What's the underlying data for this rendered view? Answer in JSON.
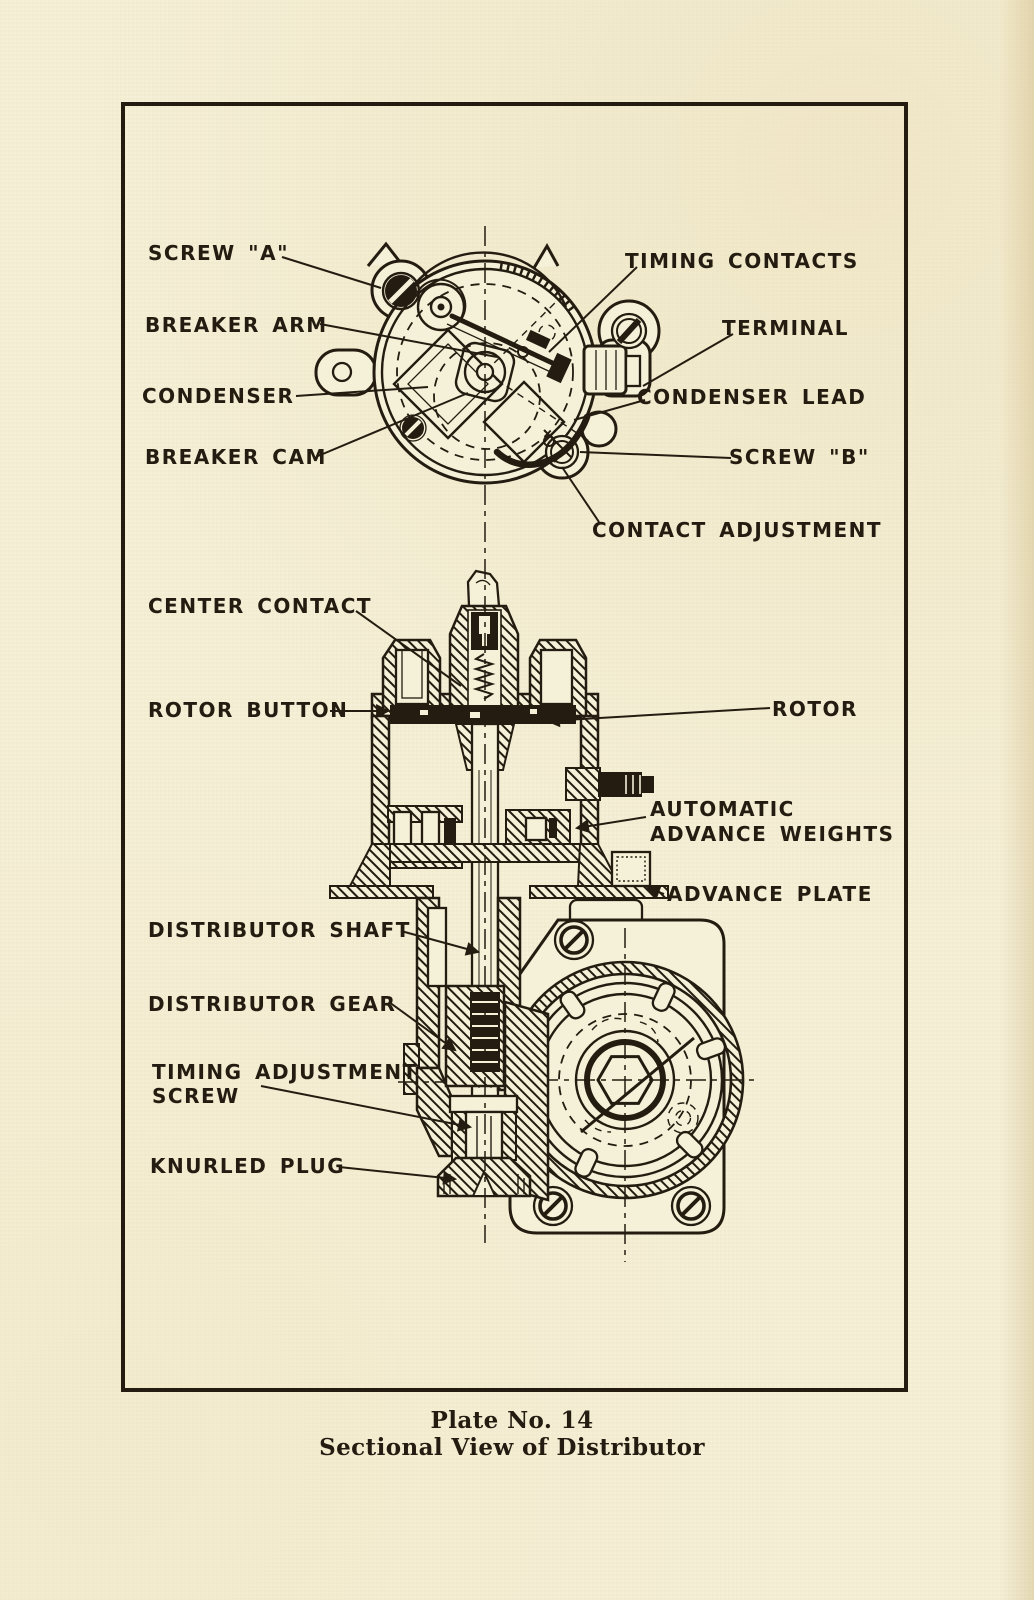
{
  "colors": {
    "paper": "#f5f0d8",
    "ink": "#241c10"
  },
  "plate": {
    "caption_line1": "Plate No. 14",
    "caption_line2": "Sectional View of Distributor"
  },
  "top_view": {
    "labels": {
      "screw_a": "SCREW \"A\"",
      "breaker_arm": "BREAKER ARM",
      "condenser": "CONDENSER",
      "breaker_cam": "BREAKER CAM",
      "timing_contacts": "TIMING CONTACTS",
      "terminal": "TERMINAL",
      "condenser_lead": "CONDENSER LEAD",
      "screw_b": "SCREW \"B\"",
      "contact_adjustment": "CONTACT ADJUSTMENT"
    }
  },
  "section_view": {
    "labels": {
      "center_contact": "CENTER CONTACT",
      "rotor_button": "ROTOR BUTTON",
      "rotor": "ROTOR",
      "automatic_advance_weights_line1": "AUTOMATIC",
      "automatic_advance_weights_line2": "ADVANCE WEIGHTS",
      "advance_plate": "ADVANCE PLATE",
      "distributor_shaft": "DISTRIBUTOR SHAFT",
      "distributor_gear": "DISTRIBUTOR GEAR",
      "timing_adjustment_screw_line1": "TIMING ADJUSTMENT",
      "timing_adjustment_screw_line2": "SCREW",
      "knurled_plug": "KNURLED PLUG"
    }
  }
}
